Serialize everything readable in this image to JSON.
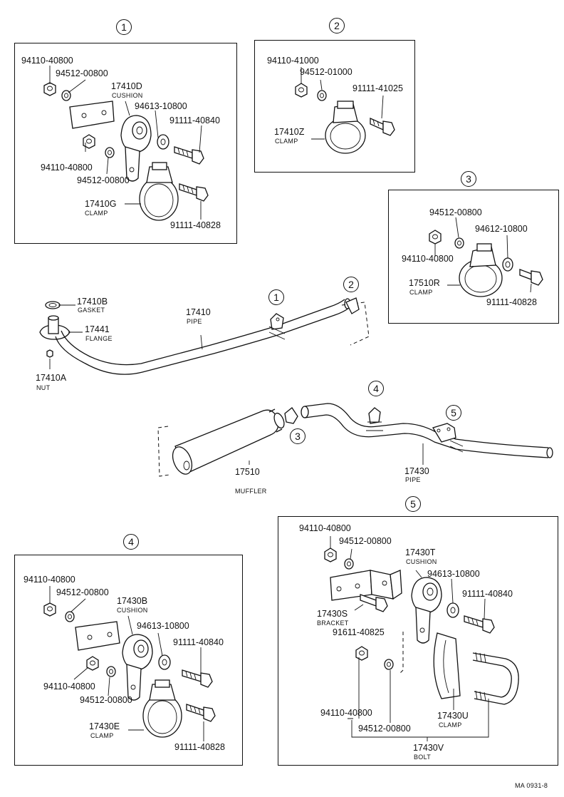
{
  "callouts": {
    "c1": "1",
    "c2": "2",
    "c3": "3",
    "c4": "4",
    "c5": "5"
  },
  "box1": {
    "nut_a": "94110-40800",
    "washer_a": "94512-00800",
    "cushion_no": "17410D",
    "cushion_name": "CUSHION",
    "washer_b": "94613-10800",
    "bolt_a": "91111-40840",
    "nut_b": "94110-40800",
    "washer_c": "94512-00800",
    "clamp_no": "17410G",
    "clamp_name": "CLAMP",
    "bolt_b": "91111-40828"
  },
  "box2": {
    "nut": "94110-41000",
    "washer": "94512-01000",
    "bolt": "91111-41025",
    "clamp_no": "17410Z",
    "clamp_name": "CLAMP"
  },
  "box3": {
    "washer_a": "94512-00800",
    "washer_b": "94612-10800",
    "nut": "94110-40800",
    "clamp_no": "17510R",
    "clamp_name": "CLAMP",
    "bolt": "91111-40828"
  },
  "main": {
    "gasket_no": "17410B",
    "gasket_name": "GASKET",
    "flange_no": "17441",
    "flange_name": "FLANGE",
    "nut_no": "17410A",
    "nut_name": "NUT",
    "pipe_no": "17410",
    "pipe_name": "PIPE",
    "muffler_no": "17510",
    "muffler_name": "MUFFLER",
    "pipe2_no": "17430",
    "pipe2_name": "PIPE"
  },
  "box4": {
    "nut_a": "94110-40800",
    "washer_a": "94512-00800",
    "cushion_no": "17430B",
    "cushion_name": "CUSHION",
    "washer_b": "94613-10800",
    "bolt_a": "91111-40840",
    "nut_b": "94110-40800",
    "washer_c": "94512-00800",
    "clamp_no": "17430E",
    "clamp_name": "CLAMP",
    "bolt_b": "91111-40828"
  },
  "box5": {
    "nut_a": "94110-40800",
    "washer_a": "94512-00800",
    "cushion_no": "17430T",
    "cushion_name": "CUSHION",
    "washer_b": "94613-10800",
    "bolt_a": "91111-40840",
    "bracket_no": "17430S",
    "bracket_name": "BRACKET",
    "bolt_b": "91611-40825",
    "nut_b": "94110-40800",
    "washer_c": "94512-00800",
    "clamp_no": "17430U",
    "clamp_name": "CLAMP",
    "bolt_no": "17430V",
    "bolt_name": "BOLT"
  },
  "footer": {
    "code": "MA 0931-8"
  }
}
